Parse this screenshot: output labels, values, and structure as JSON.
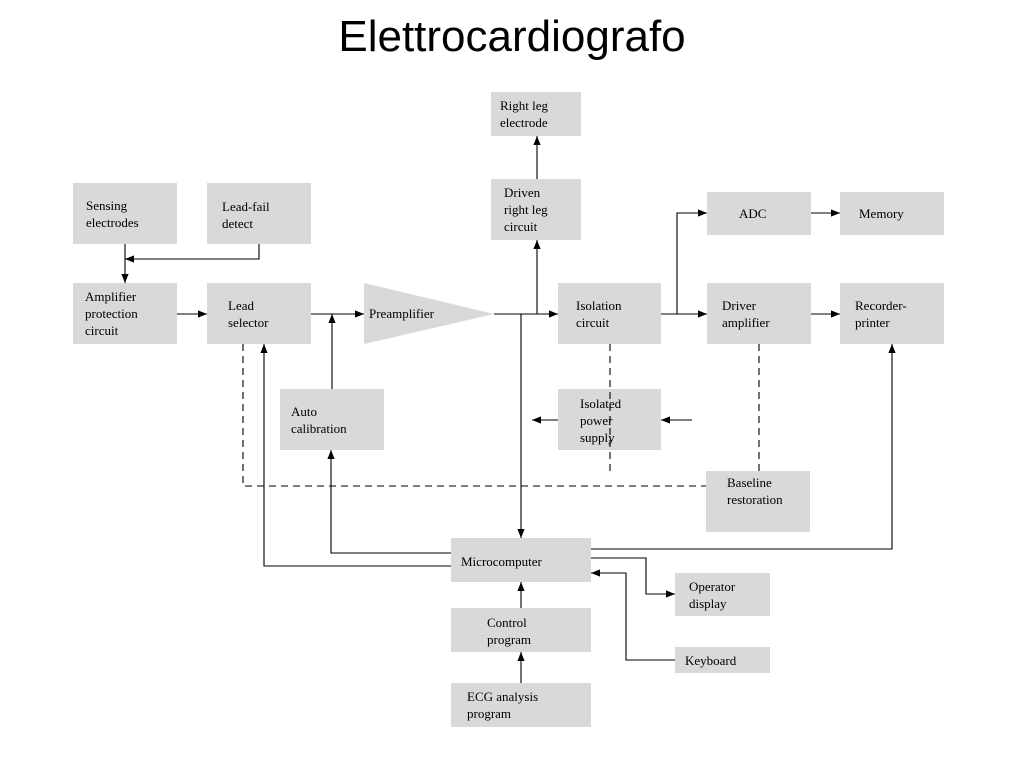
{
  "title": "Elettrocardiografo",
  "blocks": {
    "right_leg_electrode": [
      "Right leg",
      "electrode"
    ],
    "driven_right_leg": [
      "Driven",
      "right leg",
      "circuit"
    ],
    "sensing_electrodes": [
      "Sensing",
      "electrodes"
    ],
    "lead_fail_detect": [
      "Lead-fail",
      "detect"
    ],
    "amplifier_protection": [
      "Amplifier",
      "protection",
      "circuit"
    ],
    "lead_selector": [
      "Lead",
      "selector"
    ],
    "preamplifier": [
      "Preamplifier"
    ],
    "isolation_circuit": [
      "Isolation",
      "circuit"
    ],
    "adc": [
      "ADC"
    ],
    "memory": [
      "Memory"
    ],
    "driver_amplifier": [
      "Driver",
      "amplifier"
    ],
    "recorder_printer": [
      "Recorder-",
      "printer"
    ],
    "auto_calibration": [
      "Auto",
      "calibration"
    ],
    "isolated_power_supply": [
      "Isolated",
      "power",
      "supply"
    ],
    "baseline_restoration": [
      "Baseline",
      "restoration"
    ],
    "microcomputer": [
      "Microcomputer"
    ],
    "operator_display": [
      "Operator",
      "display"
    ],
    "control_program": [
      "Control",
      "program"
    ],
    "keyboard": [
      "Keyboard"
    ],
    "ecg_analysis_program": [
      "ECG analysis",
      "program"
    ]
  },
  "colors": {
    "block_fill": "#d9d9d9",
    "line": "#000000"
  }
}
